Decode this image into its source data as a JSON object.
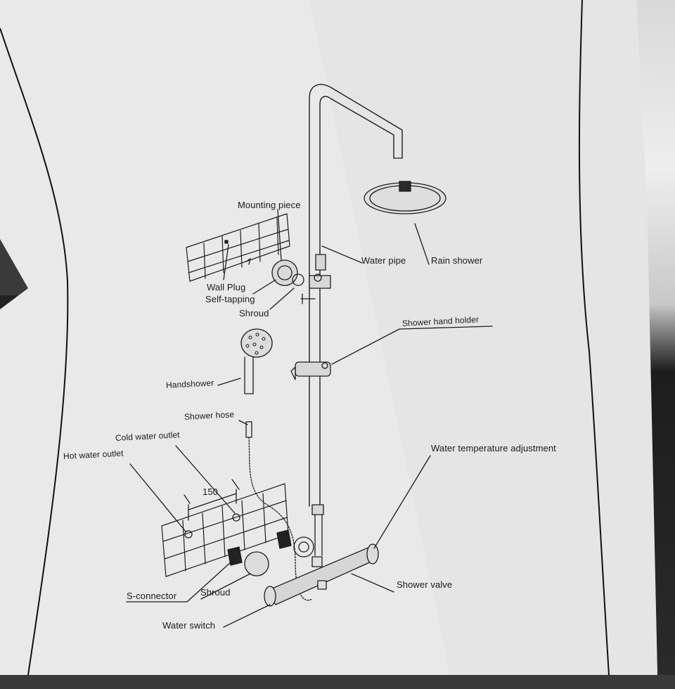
{
  "diagram": {
    "labels": {
      "mounting_piece": "Mounting piece",
      "wall_plug": "Wall Plug",
      "self_tapping": "Self-tapping",
      "shroud_top": "Shroud",
      "water_pipe": "Water pipe",
      "rain_shower": "Rain shower",
      "shower_hand_holder": "Shower hand holder",
      "handshower": "Handshower",
      "shower_hose": "Shower hose",
      "cold_water_outlet": "Cold water outlet",
      "hot_water_outlet": "Hot water outlet",
      "dimension_150": "150",
      "water_temperature_adjustment": "Water temperature adjustment",
      "s_connector": "S-connector",
      "shroud_bottom": "Shroud",
      "shower_valve": "Shower valve",
      "water_switch": "Water switch"
    }
  },
  "colors": {
    "paper": "#ececec",
    "ink": "#1a1a1a",
    "page_edge": "#111111"
  }
}
